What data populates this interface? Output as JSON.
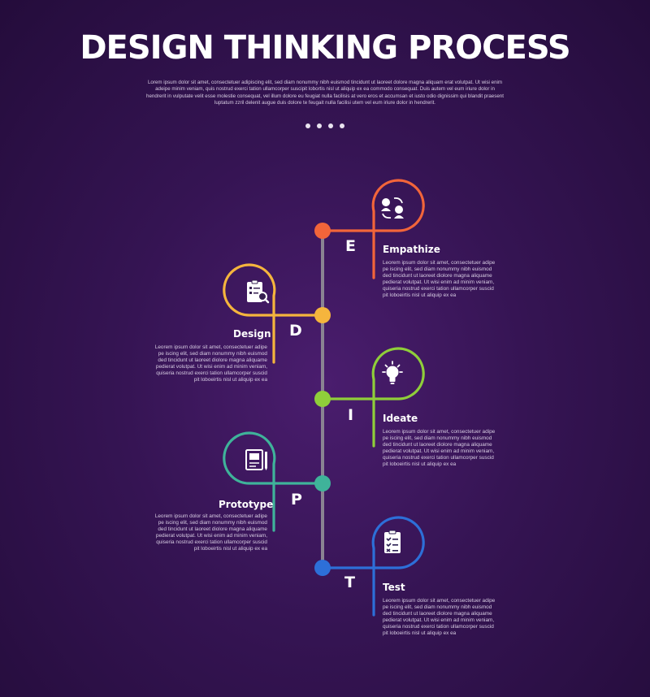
{
  "title": "DESIGN THINKING PROCESS",
  "subtitle": "Lorem ipsum dolor sit amet, consectetuer adipiscing elit, sed diam nonummy nibh euismod tincidunt ut laoreet dolore magna aliquam erat volutpat. Ut wisi enim adeipe minim veniam, quis nostrud exerci tation ullamcorper suscipit lobortis nisl ut aliquip ex ea commodo consequat. Duis autem vel eum iriure dolor in hendrerit in vulputate velit esse molestie consequat, vel illum dolore eu feugiat nulla facilisis at vero eros et accumsan et iusto odio dignissim qui blandit praesent luptatum zzril delenit augue duis dolore te feugait nulla facilisi utem vel eum iriure dolor in hendrerit.",
  "colors": {
    "empathize": "#f2653a",
    "design": "#f5b53d",
    "ideate": "#8fce3a",
    "prototype": "#3fb39a",
    "test": "#2d6fd8",
    "timeline": "#8a8392"
  },
  "steps": [
    {
      "letter": "E",
      "title": "Empathize",
      "icon": "people-exchange-icon",
      "color": "#f2653a",
      "text": "Leorem ipsum dolor sit amet, consectetuer adipe pe iscing elit, sed diam nonummy nibh euismod ded tincidunt ut laoreet diolore magna aliquame pedierat volutpat. Ut wisi enim ad minim veniam, quiseria nostrud exerci tation ullamcorper suscid pit loboeirtis nisl ut aliquip ex ea"
    },
    {
      "letter": "D",
      "title": "Design",
      "icon": "clipboard-search-icon",
      "color": "#f5b53d",
      "text": "Leorem ipsum dolor sit amet, consectetuer adipe pe iscing elit, sed diam nonummy nibh euismod ded tincidunt ut laoreet diolore magna aliquame pedierat volutpat. Ut wisi enim ad minim veniam, quiseria nostrud exerci tation ullamcorper suscid pit loboeirtis nisl ut aliquip ex ea"
    },
    {
      "letter": "I",
      "title": "Ideate",
      "icon": "lightbulb-icon",
      "color": "#8fce3a",
      "text": "Leorem ipsum dolor sit amet, consectetuer adipe pe iscing elit, sed diam nonummy nibh euismod ded tincidunt ut laoreet diolore magna aliquame pedierat volutpat. Ut wisi enim ad minim veniam, quiseria nostrud exerci tation ullamcorper suscid pit loboeirtis nisl ut aliquip ex ea"
    },
    {
      "letter": "P",
      "title": "Prototype",
      "icon": "blueprint-icon",
      "color": "#3fb39a",
      "text": "Leorem ipsum dolor sit amet, consectetuer adipe pe iscing elit, sed diam nonummy nibh euismod ded tincidunt ut laoreet diolore magna aliquame pedierat volutpat. Ut wisi enim ad minim veniam, quiseria nostrud exerci tation ullamcorper suscid pit loboeirtis nisl ut aliquip ex ea"
    },
    {
      "letter": "T",
      "title": "Test",
      "icon": "checklist-icon",
      "color": "#2d6fd8",
      "text": "Leorem ipsum dolor sit amet, consectetuer adipe pe iscing elit, sed diam nonummy nibh euismod ded tincidunt ut laoreet diolore magna aliquame pedierat volutpat. Ut wisi enim ad minim veniam, quiseria nostrud exerci tation ullamcorper suscid pit loboeirtis nisl ut aliquip ex ea"
    }
  ]
}
